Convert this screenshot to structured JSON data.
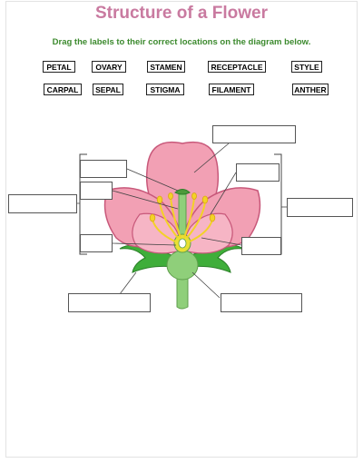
{
  "worksheet": {
    "title": "Structure of a Flower",
    "instructions": "Drag the labels to their correct locations on the diagram below."
  },
  "labels": [
    {
      "id": "petal",
      "text": "PETAL"
    },
    {
      "id": "ovary",
      "text": "OVARY"
    },
    {
      "id": "stamen",
      "text": "STAMEN"
    },
    {
      "id": "receptacle",
      "text": "RECEPTACLE"
    },
    {
      "id": "style",
      "text": "STYLE"
    },
    {
      "id": "carpal",
      "text": "CARPAL"
    },
    {
      "id": "sepal",
      "text": "SEPAL"
    },
    {
      "id": "stigma",
      "text": "STIGMA"
    },
    {
      "id": "filament",
      "text": "FILAMENT"
    },
    {
      "id": "anther",
      "text": "ANTHER"
    }
  ],
  "colors": {
    "title": "#c97aa0",
    "instructions": "#3c8a2e",
    "petal": "#f2a0b4",
    "petal_outline": "#c8587a",
    "sepal": "#3fae3a",
    "stem": "#8fcf7a",
    "stamen": "#f3d227",
    "pistil": "#8fcf7a"
  }
}
